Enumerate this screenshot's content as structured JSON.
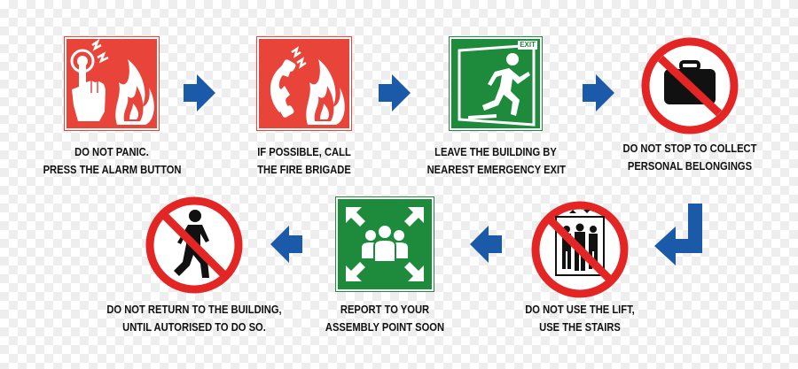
{
  "colors": {
    "fire_red": "#e8443a",
    "exit_green": "#1e8a3c",
    "prohibition_red": "#e32623",
    "arrow_blue": "#1a5aa8",
    "text": "#111111"
  },
  "steps": [
    {
      "line1": "DO NOT PANIC.",
      "line2": "PRESS THE ALARM BUTTON",
      "icon": "fire-alarm-button-icon"
    },
    {
      "line1": "IF POSSIBLE, CALL",
      "line2": "THE FIRE BRIGADE",
      "icon": "fire-telephone-icon"
    },
    {
      "line1": "LEAVE THE BUILDING BY",
      "line2": "NEAREST EMERGENCY EXIT",
      "icon": "emergency-exit-icon",
      "exit_label": "EXIT"
    },
    {
      "line1": "DO NOT STOP TO COLLECT",
      "line2": "PERSONAL BELONGINGS",
      "icon": "no-belongings-icon"
    },
    {
      "line1": "DO NOT USE THE LIFT,",
      "line2": "USE THE STAIRS",
      "icon": "no-lift-icon"
    },
    {
      "line1": "REPORT TO YOUR",
      "line2": "ASSEMBLY POINT SOON",
      "icon": "assembly-point-icon"
    },
    {
      "line1": "DO NOT RETURN TO THE BUILDING,",
      "line2": "UNTIL AUTORISED TO DO SO.",
      "icon": "no-return-icon"
    }
  ],
  "arrows": [
    {
      "icon": "arrow-right-icon"
    },
    {
      "icon": "arrow-right-icon"
    },
    {
      "icon": "arrow-right-icon"
    },
    {
      "icon": "arrow-turn-down-left-icon"
    },
    {
      "icon": "arrow-left-icon"
    },
    {
      "icon": "arrow-left-icon"
    }
  ]
}
